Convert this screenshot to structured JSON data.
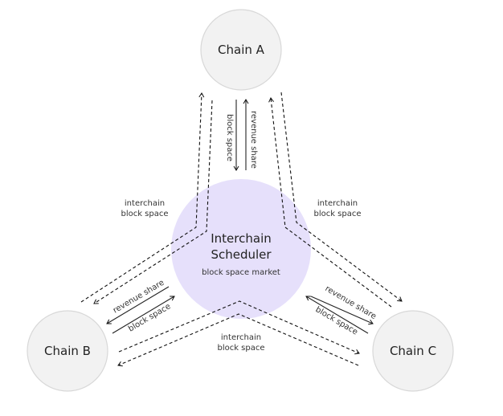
{
  "nodes": {
    "chain_a": {
      "label": "Chain A",
      "fill": "#f2f2f2",
      "stroke": "#d8d8d8"
    },
    "chain_b": {
      "label": "Chain B",
      "fill": "#f2f2f2",
      "stroke": "#d8d8d8"
    },
    "chain_c": {
      "label": "Chain C",
      "fill": "#f2f2f2",
      "stroke": "#d8d8d8"
    },
    "scheduler": {
      "title_line1": "Interchain",
      "title_line2": "Scheduler",
      "subtitle": "block space market",
      "fill": "#e6e0fb"
    }
  },
  "edges": {
    "a_block_space": "block space",
    "a_revenue_share": "revenue share",
    "b_revenue_share": "revenue share",
    "b_block_space": "block space",
    "c_revenue_share": "revenue share",
    "c_block_space": "block space"
  },
  "interchain_labels": {
    "left": {
      "line1": "interchain",
      "line2": "block space"
    },
    "right": {
      "line1": "interchain",
      "line2": "block space"
    },
    "bottom": {
      "line1": "interchain",
      "line2": "block space"
    }
  }
}
